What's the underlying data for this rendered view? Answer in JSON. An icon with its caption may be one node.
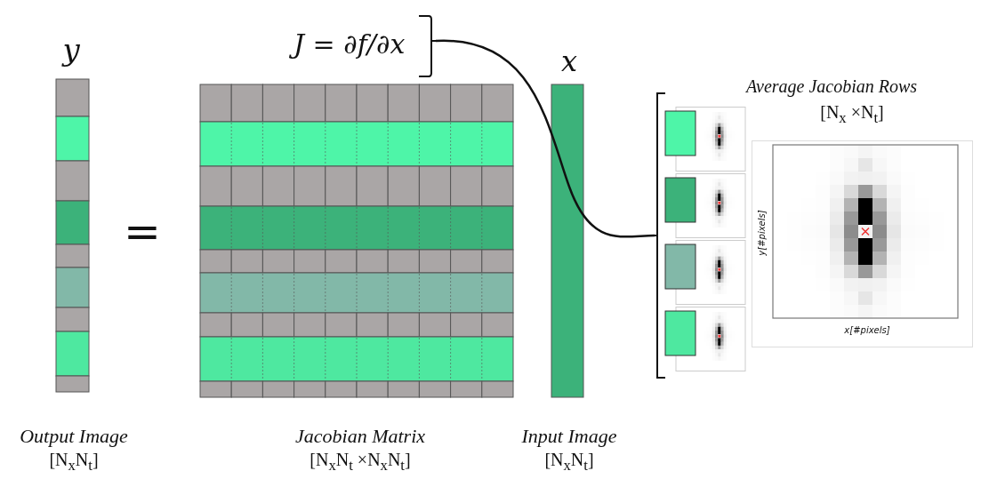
{
  "diagram": {
    "nodes": [
      {
        "text": [
          "J = ∂f/∂x"
        ]
      },
      {
        "text": [],
        "shape": "picture"
      }
    ],
    "edges": [
      {
        "from": 0,
        "to": 1,
        "arrow": "none"
      }
    ],
    "labels": [
      "y",
      "=",
      "x",
      "Average Jacobian Rows",
      "[N$_{x}$ ×N$_{t}$]",
      "y[#pixels]",
      "x[#pixels]",
      "Output Image",
      "[N$_{x}$N$_{t}$]",
      "Jacobian Matrix",
      "[N$_{x}$N$_{t}$ ×N$_{x}$N$_{t}$]",
      "Input Image",
      "[N$_{x}$N$_{t}$]"
    ]
  }
}
